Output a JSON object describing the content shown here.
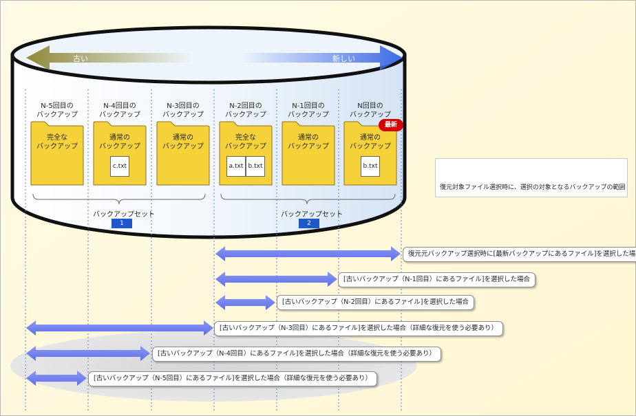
{
  "direction": {
    "old": "古い",
    "new": "新しい"
  },
  "generations": [
    {
      "label": "N-5回目の\nバックアップ",
      "folder": "完全な\nバックアップ",
      "files": [],
      "badge": ""
    },
    {
      "label": "N-4回目の\nバックアップ",
      "folder": "通常の\nバックアップ",
      "files": [
        "c.txt"
      ],
      "badge": ""
    },
    {
      "label": "N-3回目の\nバックアップ",
      "folder": "通常の\nバックアップ",
      "files": [],
      "badge": ""
    },
    {
      "label": "N-2回目の\nバックアップ",
      "folder": "完全な\nバックアップ",
      "files": [
        "a.txt",
        "b.txt"
      ],
      "badge": ""
    },
    {
      "label": "N-1回目の\nバックアップ",
      "folder": "通常の\nバックアップ",
      "files": [],
      "badge": ""
    },
    {
      "label": "N回目の\nバックアップ",
      "folder": "通常の\nバックアップ",
      "files": [
        "b.txt"
      ],
      "badge": "最新"
    }
  ],
  "sets": [
    {
      "label": "バックアップセット",
      "num": "1"
    },
    {
      "label": "バックアップセット",
      "num": "2"
    }
  ],
  "legend": {
    "text": "復元対象ファイル選択時に、選択の対象となるバックアップの範囲"
  },
  "ranges": [
    {
      "text": "復元元バックアップ選択時に[最新バックアップにあるファイル]を選択した場合"
    },
    {
      "text": "[古いバックアップ（N-1回目）にあるファイル]を選択した場合"
    },
    {
      "text": "[古いバックアップ（N-2回目）にあるファイル]を選択した場合"
    },
    {
      "text": "[古いバックアップ（N-3回目）にあるファイル]を選択した場合（詳細な復元を使う必要あり）"
    },
    {
      "text": "[古いバックアップ（N-4回目）にあるファイル]を選択した場合（詳細な復元を使う必要あり）"
    },
    {
      "text": "[古いバックアップ（N-5回目）にあるファイル]を選択した場合（詳細な復元を使う必要あり）"
    }
  ],
  "colors": {
    "arrow": "#6f7ff2",
    "folder": "#f6d23a",
    "set_badge": "#1f58c8",
    "newest": "#d40000",
    "old_arrow": "#8f8a3a",
    "new_arrow": "#3d6ae6"
  }
}
